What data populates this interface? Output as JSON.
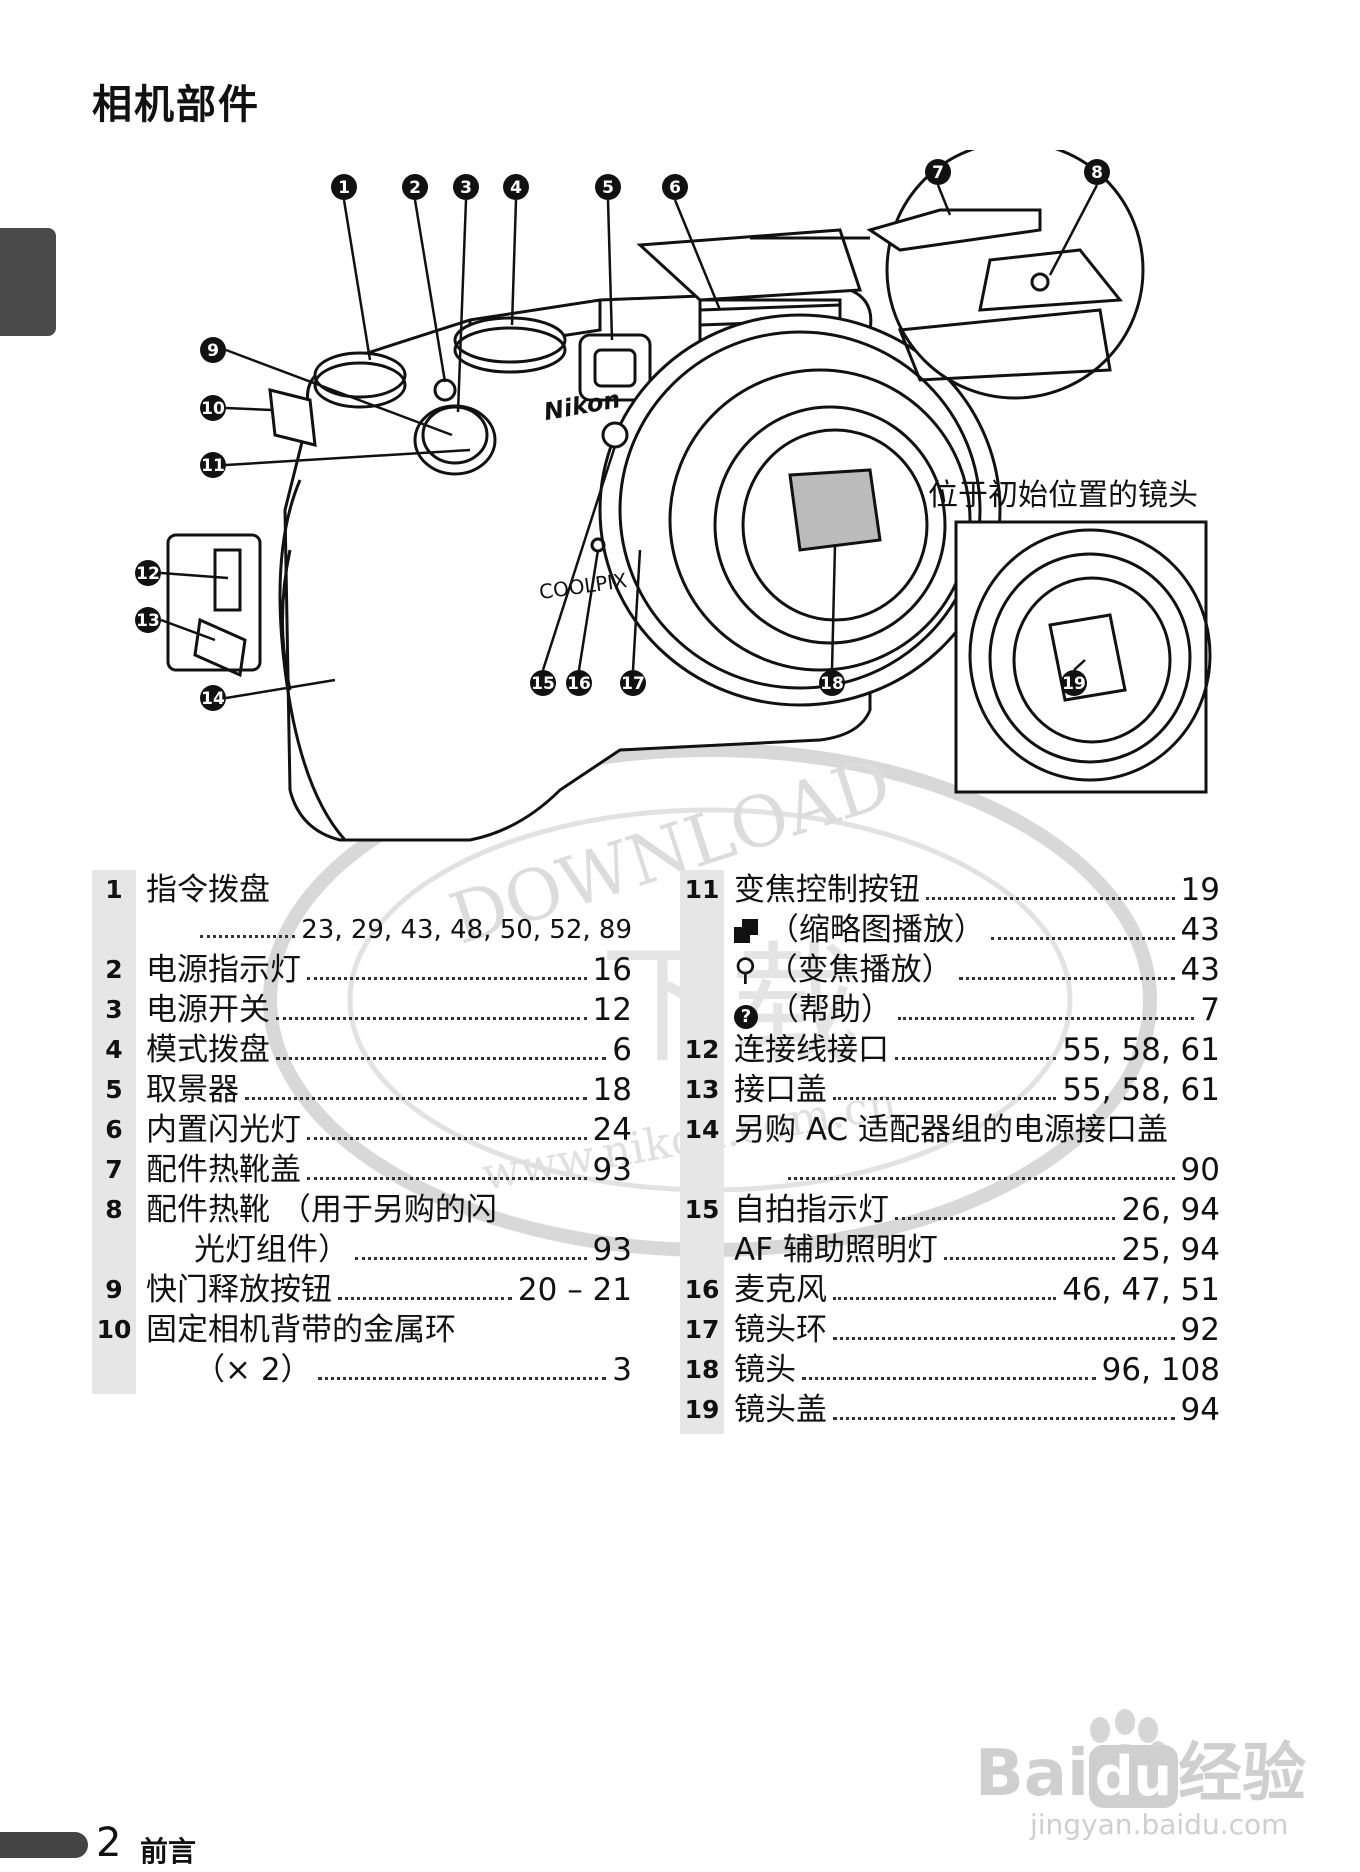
{
  "page": {
    "title": "相机部件",
    "footer_number": "2",
    "footer_label": "前言"
  },
  "diagram": {
    "inset_caption": "位于初始位置的镜头",
    "camera_brand": "Nikon",
    "model_text": "COOLPIX",
    "callouts": [
      "1",
      "2",
      "3",
      "4",
      "5",
      "6",
      "7",
      "8",
      "9",
      "10",
      "11",
      "12",
      "13",
      "14",
      "15",
      "16",
      "17",
      "18",
      "19"
    ]
  },
  "watermark": {
    "text": "DOWNLOAD",
    "text2": "www.nikon.com.cn",
    "center": "下载"
  },
  "baidu": {
    "brand": "Bai",
    "du": "du",
    "suffix": "经验",
    "url": "jingyan.baidu.com"
  },
  "left_column": [
    {
      "num": "1",
      "label": "指令拨盘",
      "pages": "23, 29, 43, 48, 50, 52, 89"
    },
    {
      "num": "2",
      "label": "电源指示灯",
      "pages": "16"
    },
    {
      "num": "3",
      "label": "电源开关",
      "pages": "12"
    },
    {
      "num": "4",
      "label": "模式拨盘",
      "pages": "6"
    },
    {
      "num": "5",
      "label": "取景器",
      "pages": "18"
    },
    {
      "num": "6",
      "label": "内置闪光灯",
      "pages": "24"
    },
    {
      "num": "7",
      "label": "配件热靴盖",
      "pages": "93"
    },
    {
      "num": "8",
      "label": "配件热靴 （用于另购的闪",
      "label2": "光灯组件）",
      "pages": "93"
    },
    {
      "num": "9",
      "label": "快门释放按钮",
      "pages": "20 – 21"
    },
    {
      "num": "10",
      "label": "固定相机背带的金属环",
      "label2": "（× 2）",
      "pages": "3"
    }
  ],
  "right_column": {
    "item11": {
      "num": "11",
      "label": "变焦控制按钮",
      "pages": "19",
      "subs": [
        {
          "label": "（缩略图播放）",
          "pages": "43",
          "icon": "thumbnail-icon"
        },
        {
          "label": "（变焦播放）",
          "pages": "43",
          "icon": "zoom-icon"
        },
        {
          "label": "（帮助）",
          "pages": "7",
          "icon": "help-icon"
        }
      ]
    },
    "item12": {
      "num": "12",
      "label": "连接线接口",
      "pages": "55, 58, 61"
    },
    "item13": {
      "num": "13",
      "label": "接口盖",
      "pages": "55, 58, 61"
    },
    "item14": {
      "num": "14",
      "label": "另购 AC 适配器组的电源接口盖",
      "pages": "90"
    },
    "item15": {
      "num": "15",
      "label": "自拍指示灯",
      "pages": "26, 94",
      "label2": "AF 辅助照明灯",
      "pages2": "25, 94"
    },
    "item16": {
      "num": "16",
      "label": "麦克风",
      "pages": "46, 47, 51"
    },
    "item17": {
      "num": "17",
      "label": "镜头环",
      "pages": "92"
    },
    "item18": {
      "num": "18",
      "label": "镜头",
      "pages": "96, 108"
    },
    "item19": {
      "num": "19",
      "label": "镜头盖",
      "pages": "94"
    }
  }
}
